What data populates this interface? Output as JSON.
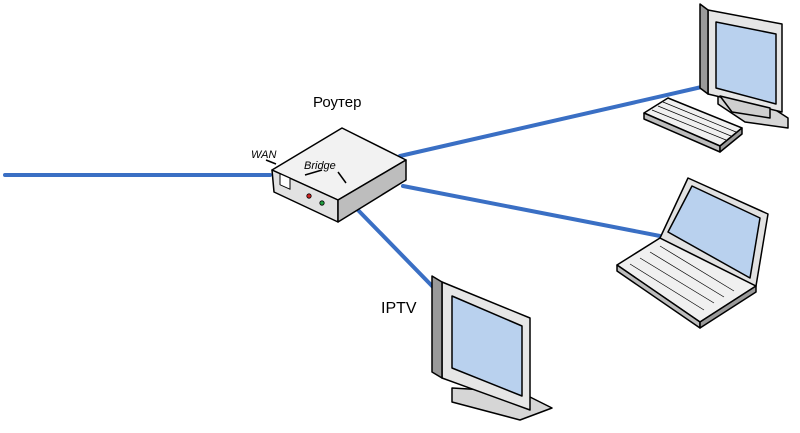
{
  "labels": {
    "router": "Роутер",
    "wan": "WAN",
    "bridge": "Bridge",
    "iptv": "IPTV"
  },
  "colors": {
    "link": "#3a6fc4",
    "screen": "#b9d1ee",
    "device_light": "#f2f2f2",
    "device_mid": "#d6d6d6",
    "device_dark": "#9a9a9a",
    "outline": "#000000",
    "led_red": "#d02020",
    "led_green": "#20a040"
  },
  "icons": [
    "router-icon",
    "desktop-computer-icon",
    "keyboard-icon",
    "laptop-icon",
    "tv-monitor-icon"
  ]
}
